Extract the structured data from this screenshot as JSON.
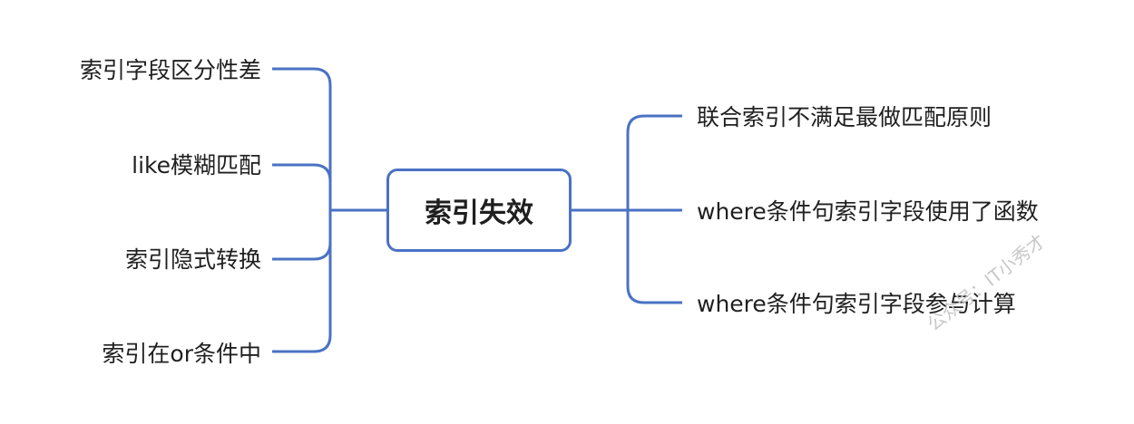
{
  "root": {
    "label": "索引失效"
  },
  "left_branches": [
    {
      "label": "索引字段区分性差"
    },
    {
      "label": "like模糊匹配"
    },
    {
      "label": "索引隐式转换"
    },
    {
      "label": "索引在or条件中"
    }
  ],
  "right_branches": [
    {
      "label": "联合索引不满足最做匹配原则"
    },
    {
      "label": "where条件句索引字段使用了函数"
    },
    {
      "label": "where条件句索引字段参与计算"
    }
  ],
  "watermark": "公众号：IT小秀才",
  "colors": {
    "connector": "#4a72c4",
    "text": "#1f1f1f"
  }
}
